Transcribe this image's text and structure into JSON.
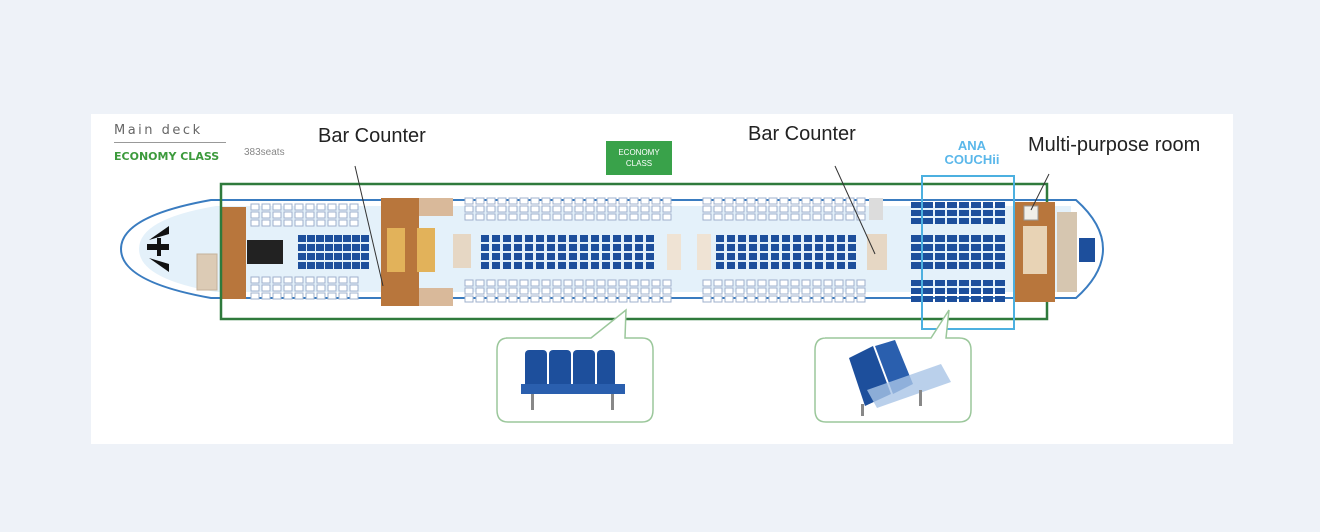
{
  "deck_title": "Main deck",
  "cabin_class": "ECONOMY CLASS",
  "seat_count": "383seats",
  "callouts": {
    "bar_counter_left": "Bar Counter",
    "bar_counter_right": "Bar Counter",
    "multi_purpose": "Multi-purpose room"
  },
  "economy_badge": {
    "line1": "ECONOMY",
    "line2": "CLASS"
  },
  "couchii": {
    "line1": "ANA",
    "line2": "COUCHii"
  },
  "colors": {
    "page_bg": "#eef2f8",
    "seat_blue": "#1d4f9c",
    "seat_outline": "#9fb0cc",
    "galley_wood": "#b8763c",
    "fuselage_outline": "#3a7cc0",
    "class_border": "#2f7a3c",
    "couchii_border": "#4cb0e0",
    "badge_green": "#39a24a"
  }
}
